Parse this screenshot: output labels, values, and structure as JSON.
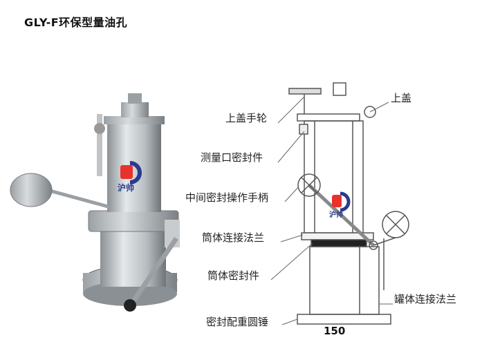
{
  "title": "GLY-F环保型量油孔",
  "logo": {
    "text": "沪帅",
    "brand_color": "#2a3a8c",
    "accent_color": "#e8322a"
  },
  "labels": {
    "top_cover": "上盖",
    "top_handwheel": "上盖手轮",
    "gauge_port_seal": "测量口密封件",
    "middle_seal_handle": "中间密封操作手柄",
    "cylinder_flange": "筒体连接法兰",
    "cylinder_seal": "筒体密封件",
    "counterweight": "密封配重圆锤",
    "tank_flange": "罐体连接法兰"
  },
  "dimension": "150"
}
